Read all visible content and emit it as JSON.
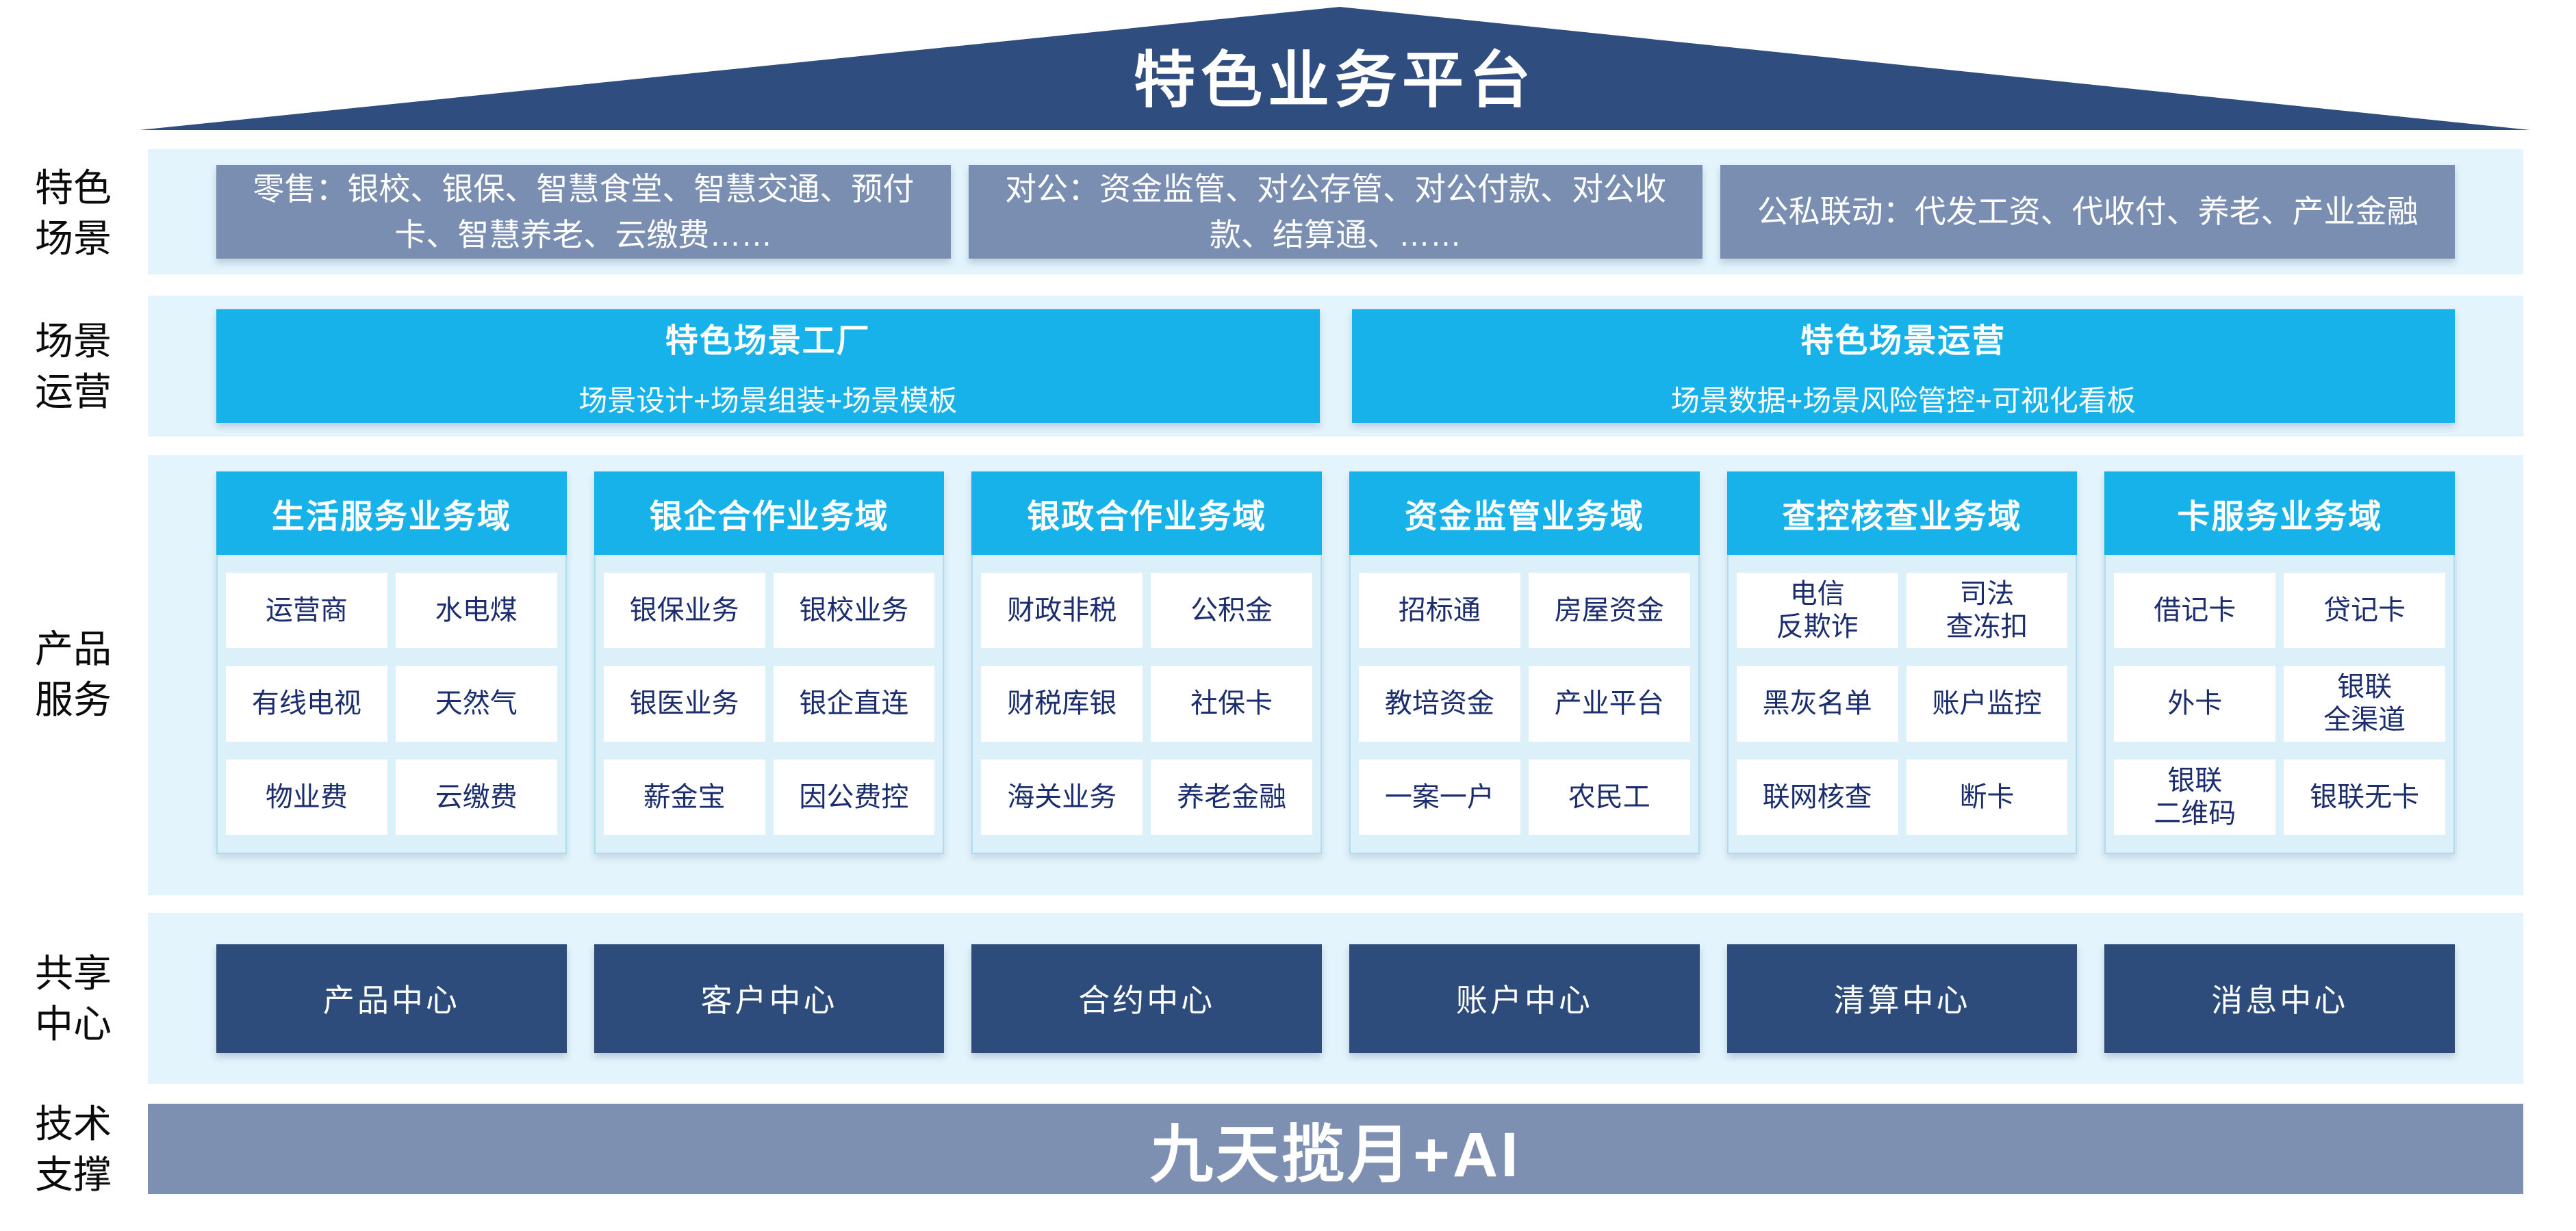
{
  "colors": {
    "roof_navy": "#2F4D7E",
    "scene_steel_blue": "#7A8EB1",
    "cyan_accent": "#18B2EA",
    "band_light_blue": "#E3F4FC",
    "card_body_blue": "#DCF0FA",
    "cell_text_navy": "#1B2D6E",
    "center_navy": "#2E4C7B",
    "tech_bar_steel": "#7E90B2"
  },
  "roof": {
    "title": "特色业务平台"
  },
  "scene_row": {
    "label": "特色\n场景",
    "boxes": [
      "零售：银校、银保、智慧食堂、智慧交通、预付卡、智慧养老、云缴费……",
      "对公：资金监管、对公存管、对公付款、对公收款、结算通、……",
      "公私联动：代发工资、代收付、养老、产业金融"
    ]
  },
  "operation_row": {
    "label": "场景\n运营",
    "boxes": [
      {
        "title": "特色场景工厂",
        "subtitle": "场景设计+场景组装+场景模板"
      },
      {
        "title": "特色场景运营",
        "subtitle": "场景数据+场景风险管控+可视化看板"
      }
    ]
  },
  "product_row": {
    "label": "产品\n服务",
    "cards": [
      {
        "title": "生活服务业务域",
        "cells": [
          "运营商",
          "水电煤",
          "有线电视",
          "天然气",
          "物业费",
          "云缴费"
        ]
      },
      {
        "title": "银企合作业务域",
        "cells": [
          "银保业务",
          "银校业务",
          "银医业务",
          "银企直连",
          "薪金宝",
          "因公费控"
        ]
      },
      {
        "title": "银政合作业务域",
        "cells": [
          "财政非税",
          "公积金",
          "财税库银",
          "社保卡",
          "海关业务",
          "养老金融"
        ]
      },
      {
        "title": "资金监管业务域",
        "cells": [
          "招标通",
          "房屋资金",
          "教培资金",
          "产业平台",
          "一案一户",
          "农民工"
        ]
      },
      {
        "title": "查控核查业务域",
        "cells": [
          "电信\n反欺诈",
          "司法\n查冻扣",
          "黑灰名单",
          "账户监控",
          "联网核查",
          "断卡"
        ]
      },
      {
        "title": "卡服务业务域",
        "cells": [
          "借记卡",
          "贷记卡",
          "外卡",
          "银联\n全渠道",
          "银联\n二维码",
          "银联无卡"
        ]
      }
    ]
  },
  "shared_row": {
    "label": "共享\n中心",
    "centers": [
      "产品中心",
      "客户中心",
      "合约中心",
      "账户中心",
      "清算中心",
      "消息中心"
    ]
  },
  "tech_row": {
    "label": "技术\n支撑",
    "bar": "九天揽月+AI"
  }
}
